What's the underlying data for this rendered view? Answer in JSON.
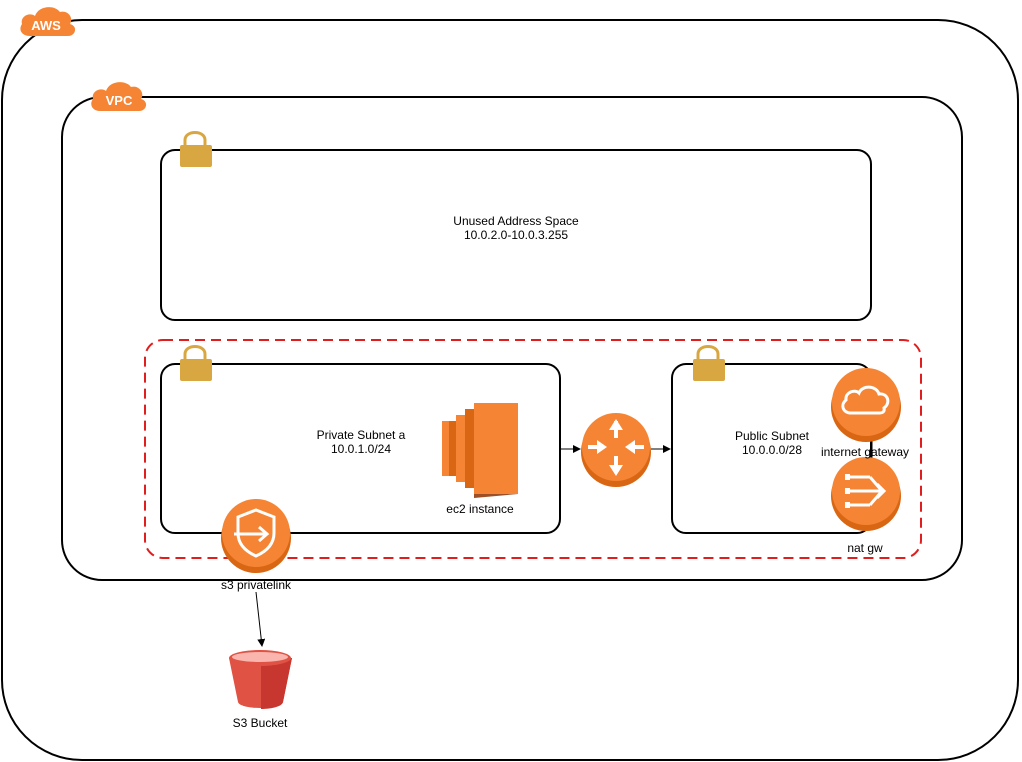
{
  "badges": {
    "aws": "AWS",
    "vpc": "VPC"
  },
  "subnets": {
    "unused": {
      "title": "Unused Address Space",
      "cidr": "10.0.2.0-10.0.3.255"
    },
    "private": {
      "title": "Private Subnet a",
      "cidr": "10.0.1.0/24"
    },
    "public": {
      "title": "Public Subnet",
      "cidr": "10.0.0.0/28"
    }
  },
  "nodes": {
    "ec2": "ec2 instance",
    "igw": "internet gateway",
    "nat": "nat gw",
    "privatelink": "s3 privatelink",
    "s3": "S3 Bucket"
  },
  "icons": {
    "aws": "aws-cloud-icon",
    "vpc": "vpc-cloud-icon",
    "lock": "lock-icon",
    "ec2": "ec2-icon",
    "router": "router-icon",
    "igw": "internet-gateway-icon",
    "nat": "nat-gateway-icon",
    "privatelink": "privatelink-icon",
    "s3": "s3-bucket-icon"
  },
  "colors": {
    "aws_orange": "#F58534",
    "lock_gold": "#D9A741",
    "dashed_red": "#E01E1E",
    "s3_red": "#E05243",
    "ec2_orange": "#F58534"
  }
}
